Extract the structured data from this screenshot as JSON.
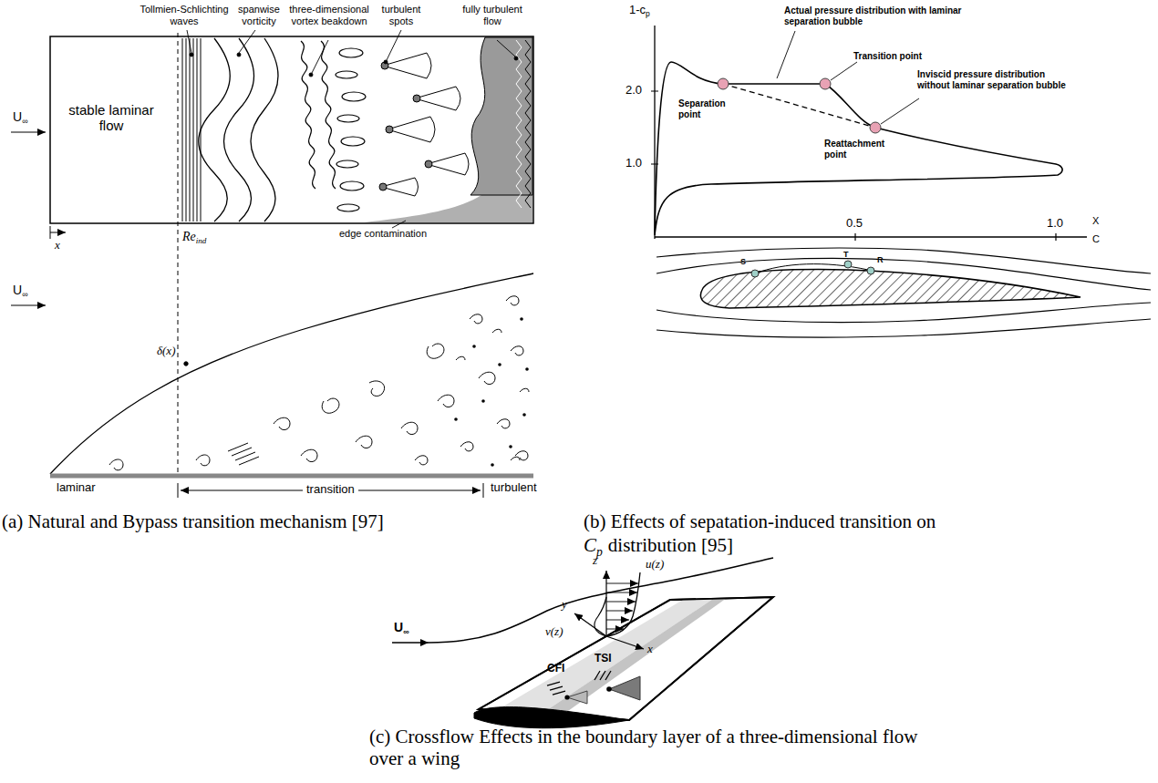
{
  "diagram": {
    "labels": [
      "Tollmien-Schlichting waves",
      "spanwise vorticity",
      "three-dimensional vortex beakdown",
      "turbulent spots",
      "fully turbulent flow",
      "U",
      "∞",
      "stable laminar flow",
      "x",
      "Re",
      "ind",
      "edge contamination",
      "U",
      "∞",
      "δ(x)",
      "laminar",
      "transition",
      "turbulent",
      "(a) Natural and Bypass transition mechanism [97]",
      "1-c",
      "p",
      "2.0",
      "1.0",
      "0.5",
      "1.0",
      "X",
      "C",
      "Actual pressure distribution with laminar separation bubble",
      "Transition point",
      "Inviscid pressure distribution without laminar separation bubble",
      "Separation point",
      "Reattachment point",
      "S",
      "T",
      "R",
      "(b) Effects of sepatation-induced transition on",
      "C",
      "p",
      "distribution [95]",
      "z",
      "u(z)",
      "y",
      "x",
      "v(z)",
      "CFI",
      "TSI",
      "U",
      "∞",
      "(c) Crossflow Effects in the boundary layer of a three-dimensional flow over a wing"
    ]
  }
}
